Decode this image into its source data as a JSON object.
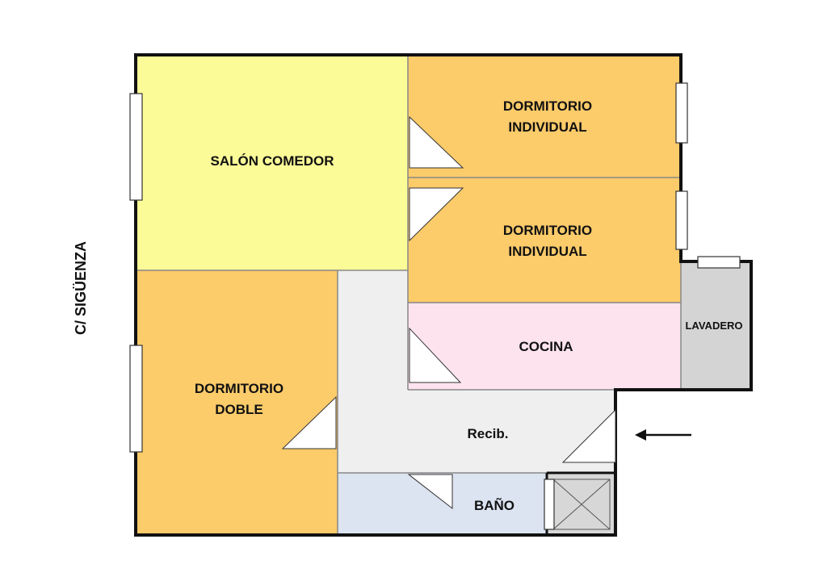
{
  "plan": {
    "street": "C/ SIGÜENZA",
    "rooms": {
      "salon": {
        "name": "SALÓN COMEDOR"
      },
      "dorm_ind_1": {
        "line1": "DORMITORIO",
        "line2": "INDIVIDUAL"
      },
      "dorm_ind_2": {
        "line1": "DORMITORIO",
        "line2": "INDIVIDUAL"
      },
      "cocina": {
        "name": "COCINA"
      },
      "lavadero": {
        "name": "LAVADERO"
      },
      "dorm_doble": {
        "line1": "DORMITORIO",
        "line2": "DOBLE"
      },
      "recibidor": {
        "name": "Recib."
      },
      "bano": {
        "name": "BAÑO"
      }
    },
    "entrance_arrow_icon": "arrow-left-icon",
    "shaft_icon": "cross-box-icon"
  },
  "colors": {
    "salon": "#fbfb98",
    "dormitorio": "#fccb6a",
    "cocina": "#fce3ee",
    "lavadero": "#d4d4d4",
    "hall": "#efefef",
    "bano": "#dce3f1",
    "shaft": "#d7d7d7",
    "wall": "#111111",
    "window": "#ffffff"
  }
}
